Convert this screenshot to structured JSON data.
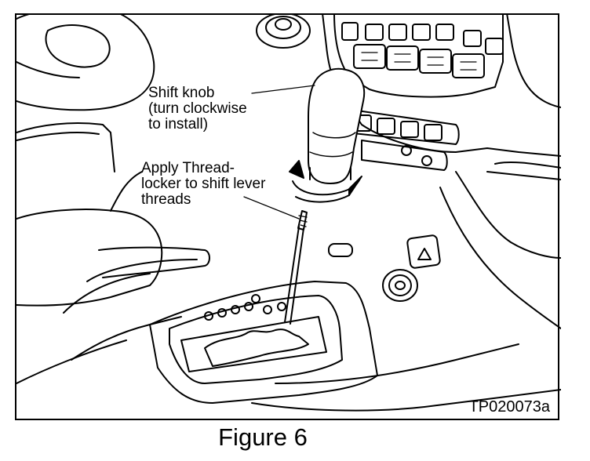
{
  "callouts": {
    "shift_knob": [
      "Shift knob",
      "(turn clockwise",
      "to install)"
    ],
    "threadlocker": [
      "Apply Thread-",
      "locker to shift lever",
      "threads"
    ]
  },
  "figure_code": "TP020073a",
  "caption": "Figure 6"
}
